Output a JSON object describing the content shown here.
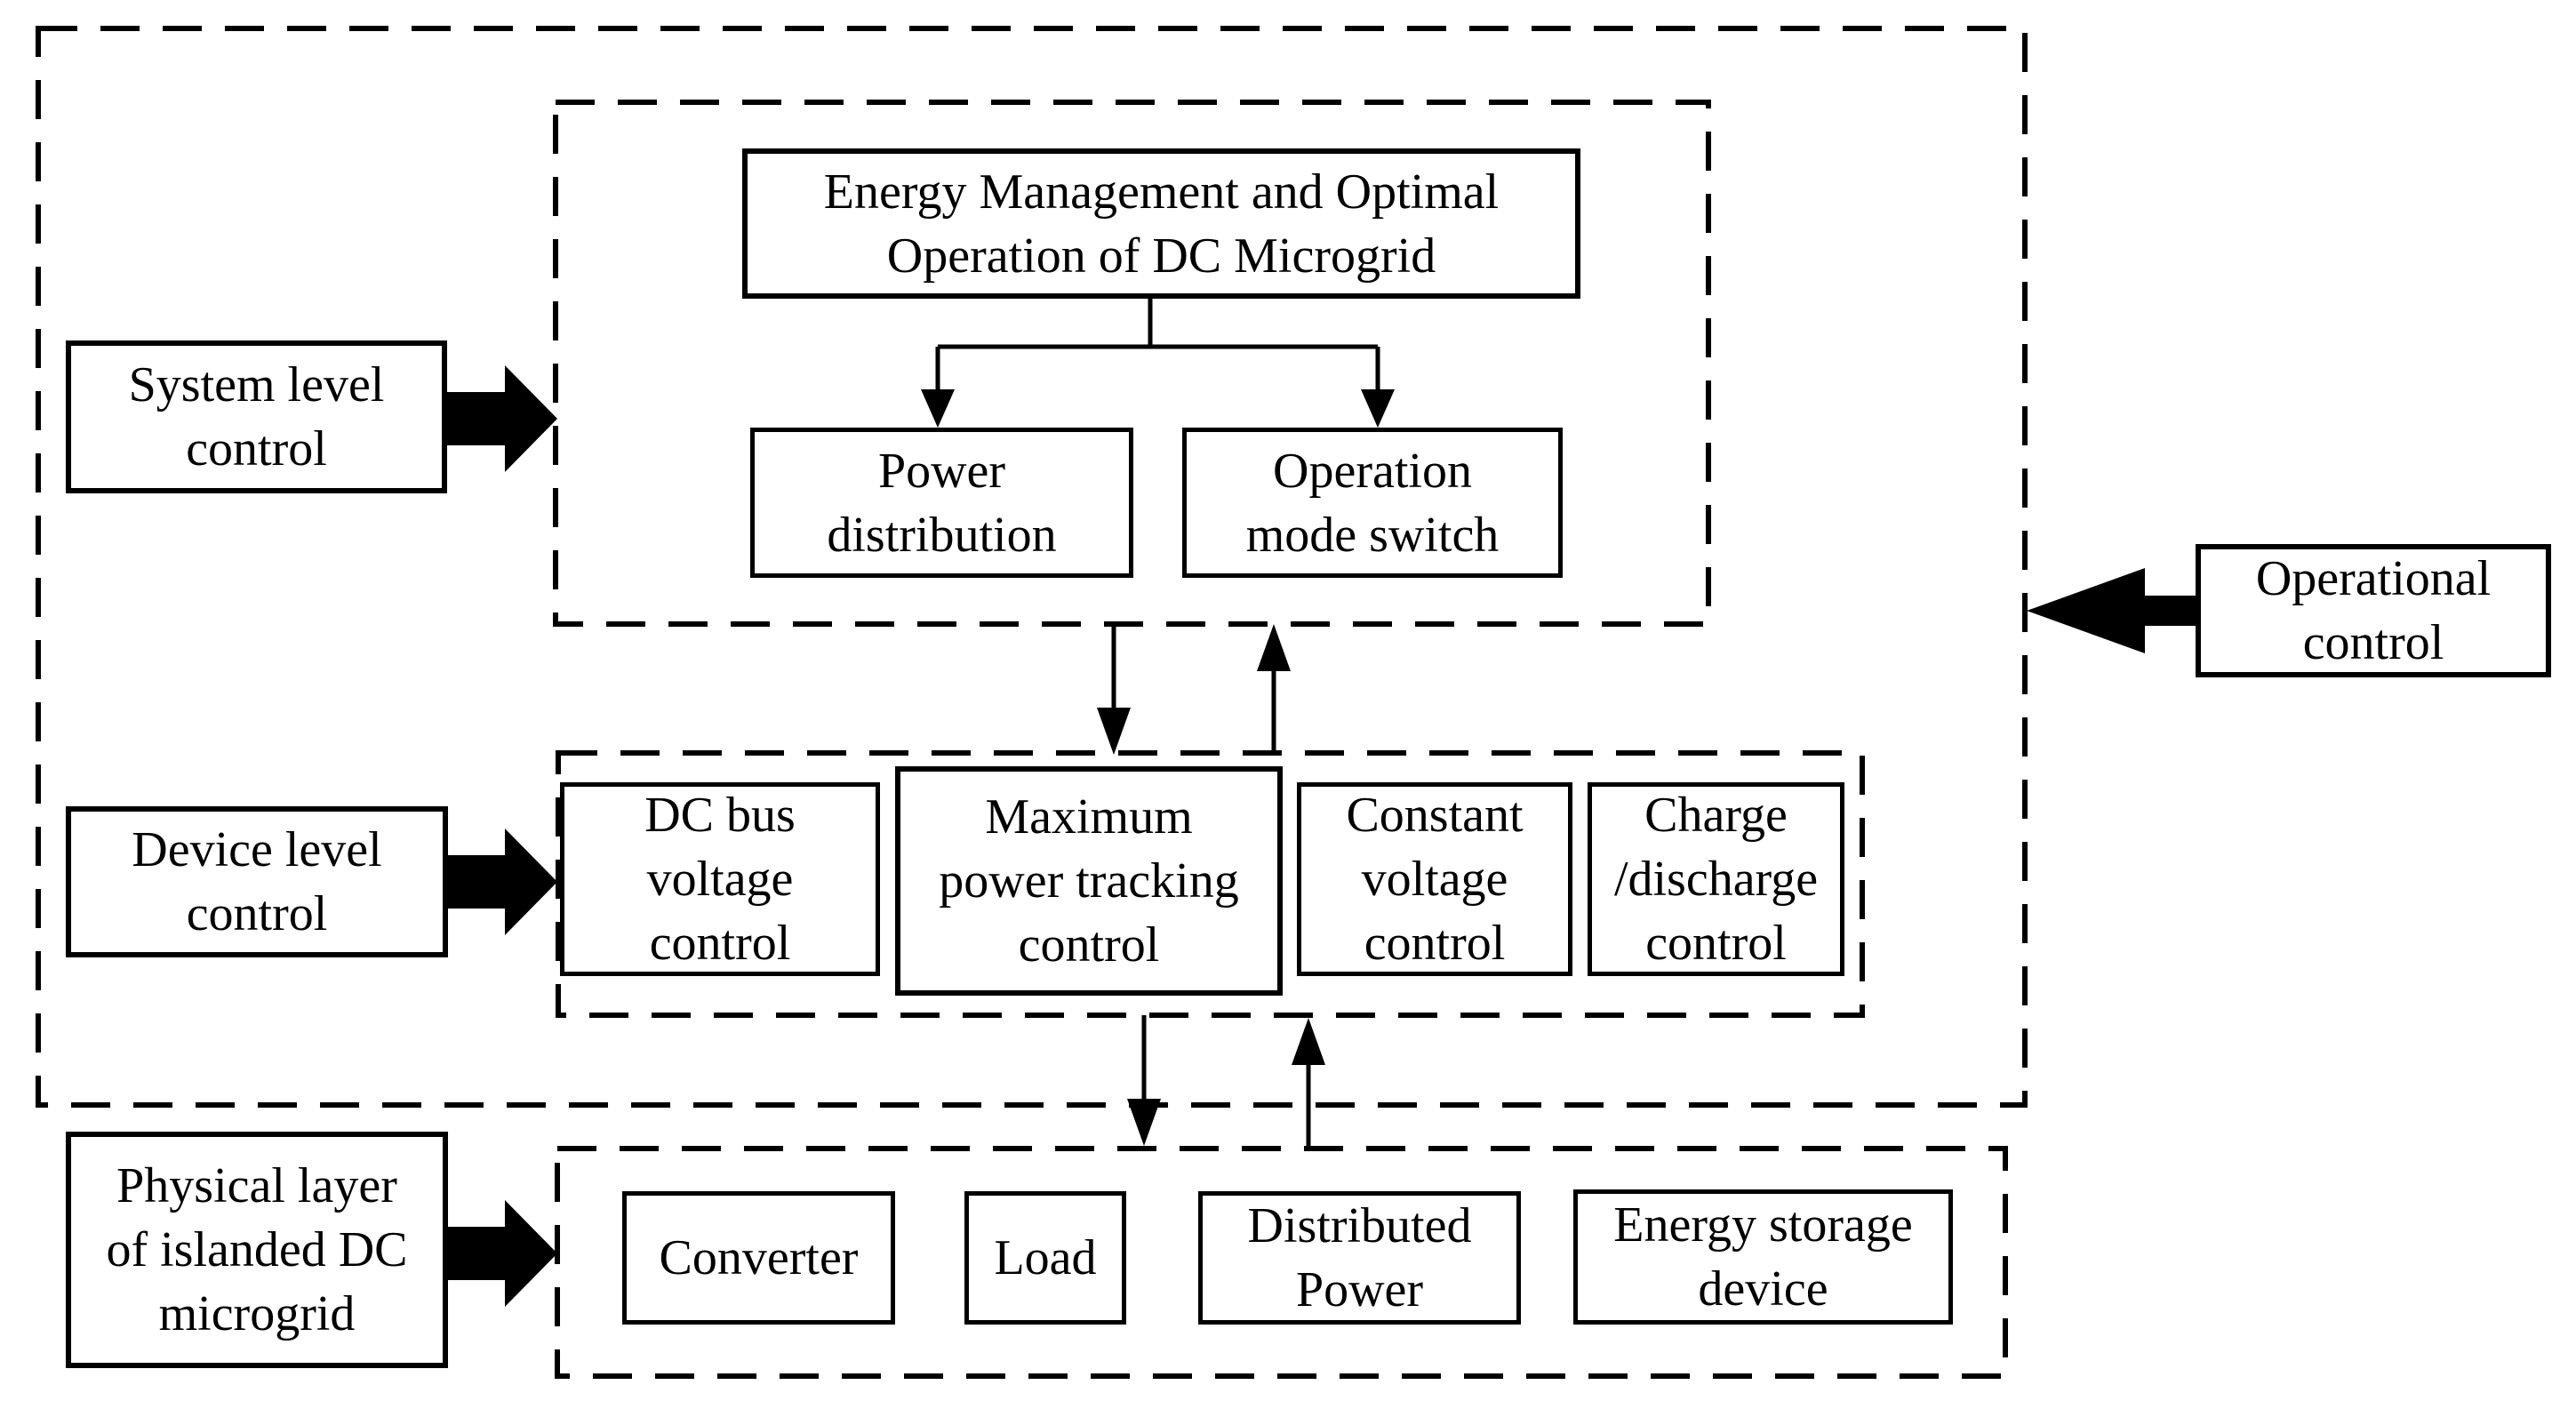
{
  "colors": {
    "ink": "#000000",
    "background": "#ffffff"
  },
  "boxes": {
    "energy_management": {
      "label": [
        "Energy Management and Optimal",
        "Operation of DC Microgrid"
      ]
    },
    "power_distribution": {
      "label": [
        "Power",
        "distribution"
      ]
    },
    "operation_mode_switch": {
      "label": [
        "Operation",
        "mode switch"
      ]
    },
    "system_level_control": {
      "label": [
        "System level",
        "control"
      ]
    },
    "device_level_control": {
      "label": [
        "Device level",
        "control"
      ]
    },
    "physical_layer_label": {
      "label": [
        "Physical layer",
        "of islanded DC",
        "microgrid"
      ]
    },
    "operational_control": {
      "label": [
        "Operational",
        "control"
      ]
    },
    "dc_bus_voltage_control": {
      "label": [
        "DC bus",
        "voltage",
        "control"
      ]
    },
    "max_power_tracking_control": {
      "label": [
        "Maximum",
        "power tracking",
        "control"
      ]
    },
    "constant_voltage_control": {
      "label": [
        "Constant",
        "voltage",
        "control"
      ]
    },
    "charge_discharge_control": {
      "label": [
        "Charge",
        "/discharge",
        "control"
      ]
    },
    "converter": {
      "label": [
        "Converter"
      ]
    },
    "load": {
      "label": [
        "Load"
      ]
    },
    "distributed_power": {
      "label": [
        "Distributed",
        "Power"
      ]
    },
    "energy_storage_device": {
      "label": [
        "Energy storage",
        "device"
      ]
    }
  },
  "edges": [
    {
      "from": "system-level-control",
      "to": "system-layer-boundary",
      "style": "block-arrow-right"
    },
    {
      "from": "device-level-control",
      "to": "device-layer-boundary",
      "style": "block-arrow-right"
    },
    {
      "from": "physical-layer-label",
      "to": "physical-layer-boundary",
      "style": "block-arrow-right"
    },
    {
      "from": "operational-control",
      "to": "outer-control-boundary",
      "style": "block-arrow-left"
    },
    {
      "from": "energy-management",
      "to": "power-distribution",
      "style": "thin-arrow"
    },
    {
      "from": "energy-management",
      "to": "operation-mode-switch",
      "style": "thin-arrow"
    },
    {
      "from": "system-layer-boundary",
      "to": "device-layer-boundary",
      "style": "thin-arrow-down"
    },
    {
      "from": "device-layer-boundary",
      "to": "system-layer-boundary",
      "style": "thin-arrow-up"
    },
    {
      "from": "device-layer-boundary",
      "to": "physical-layer-boundary",
      "style": "thin-arrow-down"
    },
    {
      "from": "physical-layer-boundary",
      "to": "device-layer-boundary",
      "style": "thin-arrow-up"
    }
  ]
}
